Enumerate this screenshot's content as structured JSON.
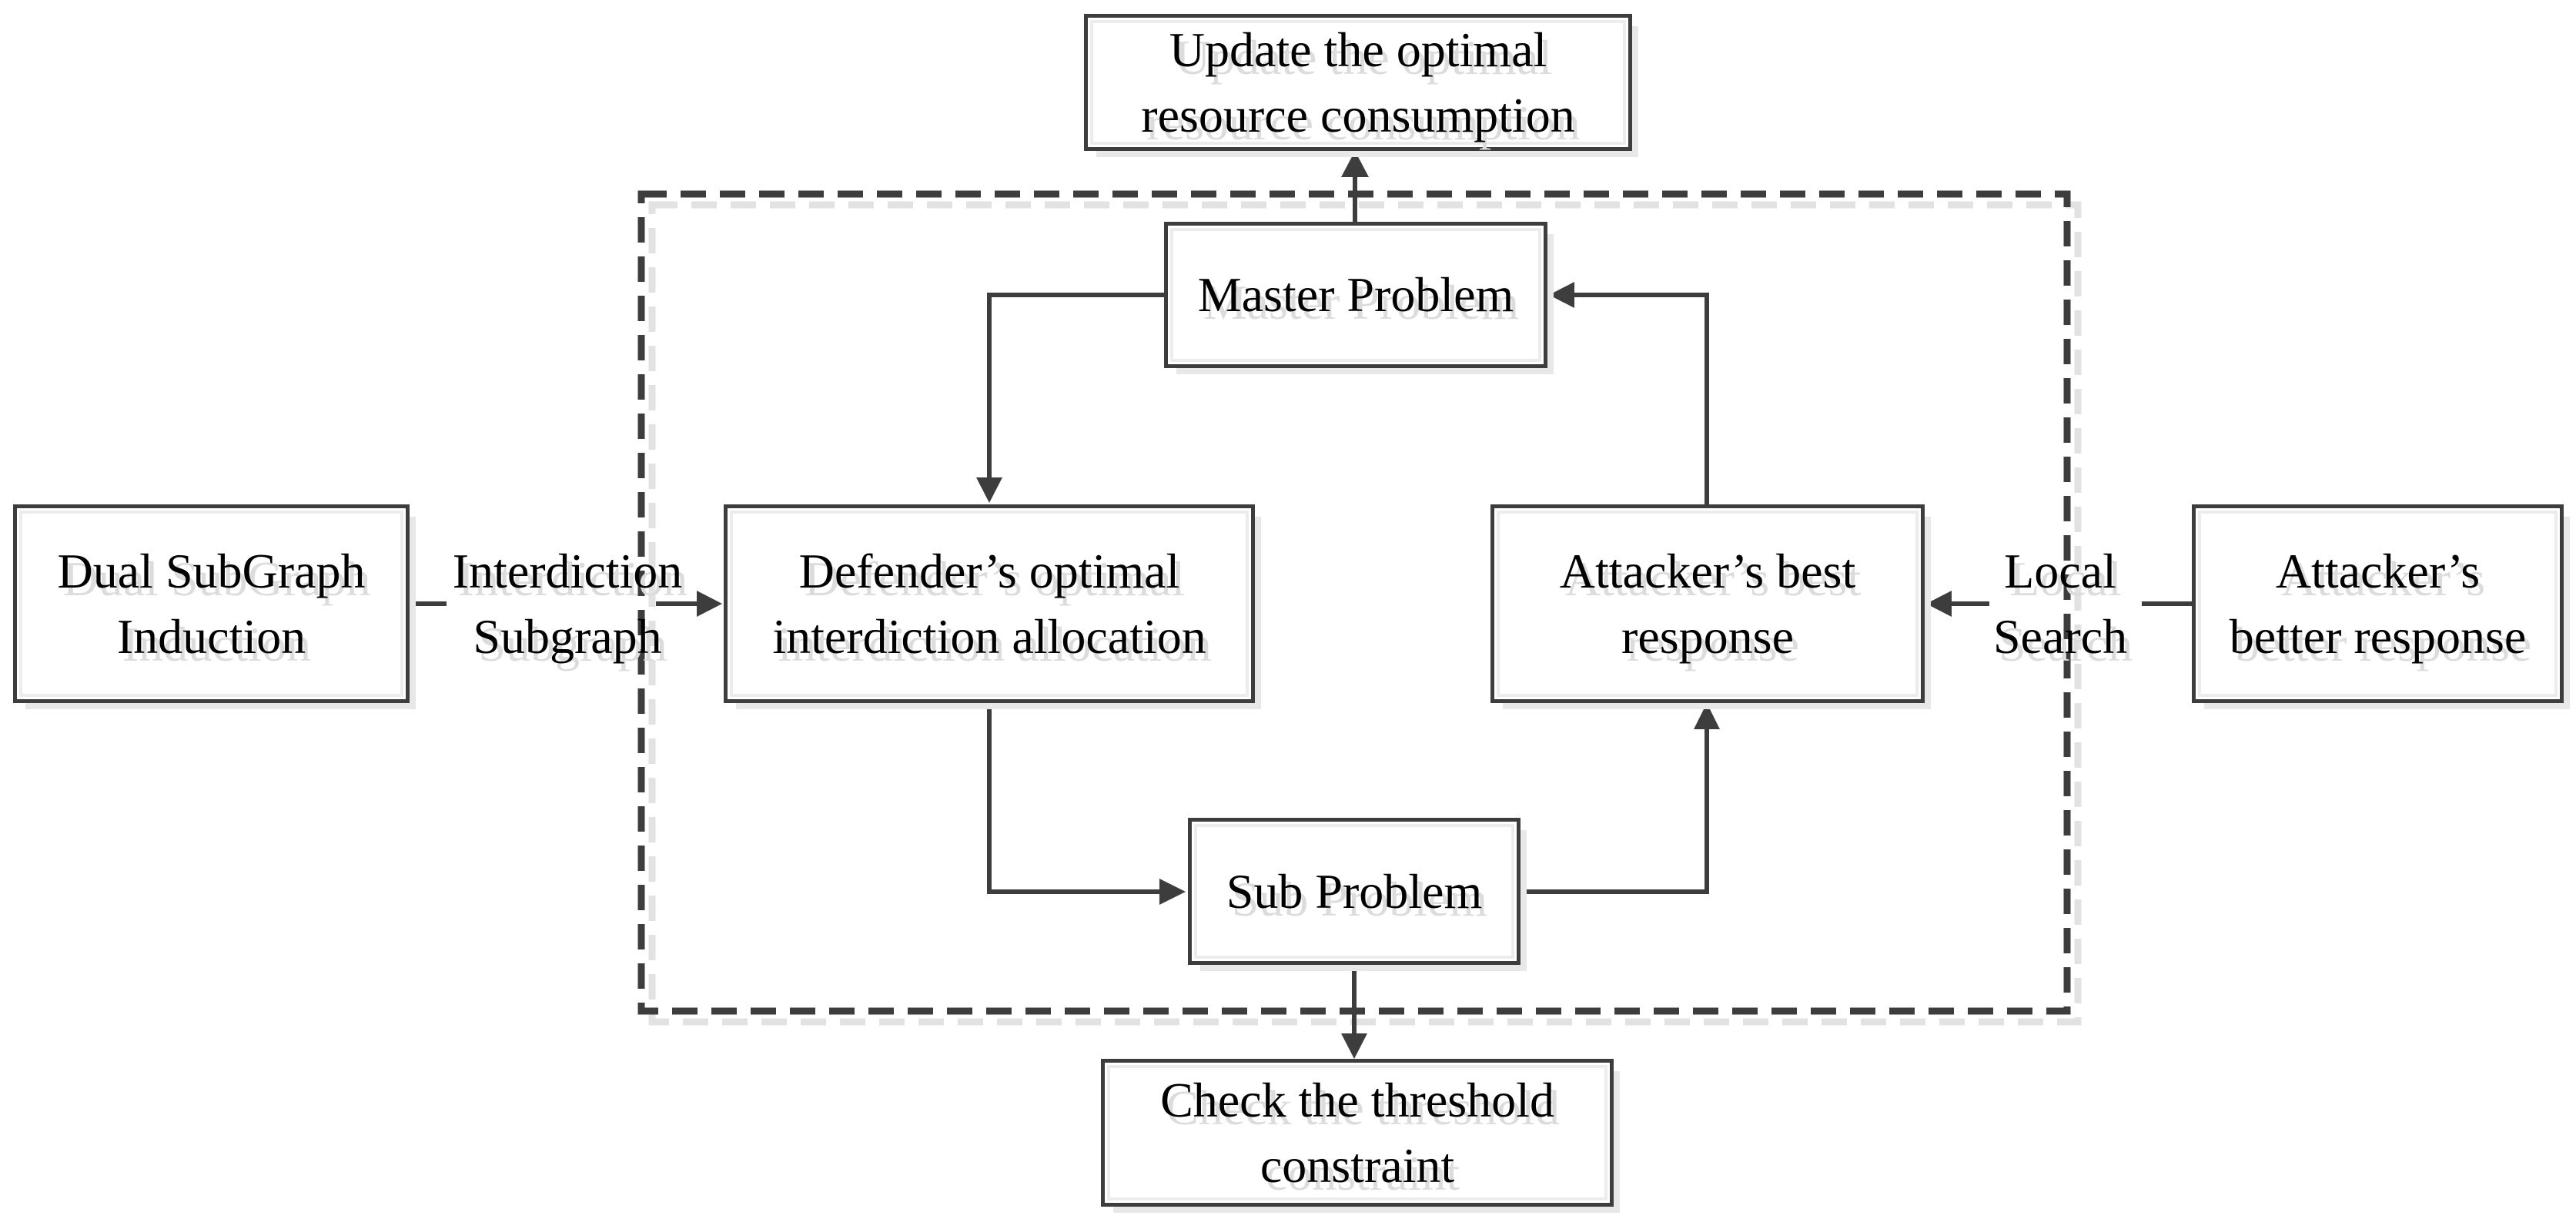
{
  "diagram": {
    "nodes": {
      "update": {
        "label": "Update the optimal\nresource consumption"
      },
      "master": {
        "label": "Master Problem"
      },
      "defender": {
        "label": "Defender’s optimal\ninterdiction allocation"
      },
      "attacker_best": {
        "label": "Attacker’s best\nresponse"
      },
      "sub": {
        "label": "Sub Problem"
      },
      "check": {
        "label": "Check the threshold\nconstraint"
      },
      "dual": {
        "label": "Dual SubGraph\nInduction"
      },
      "attacker_better": {
        "label": "Attacker’s\nbetter response"
      }
    },
    "edge_labels": {
      "interdiction_subgraph": "Interdiction\nSubgraph",
      "local_search": "Local\nSearch"
    },
    "colors": {
      "line": "#3d3d3d",
      "line_shadow": "#e2e2e2",
      "text": "#000000",
      "text_shadow": "#dcdcdc",
      "node_bg": "#ffffff",
      "background": "#ffffff"
    }
  }
}
